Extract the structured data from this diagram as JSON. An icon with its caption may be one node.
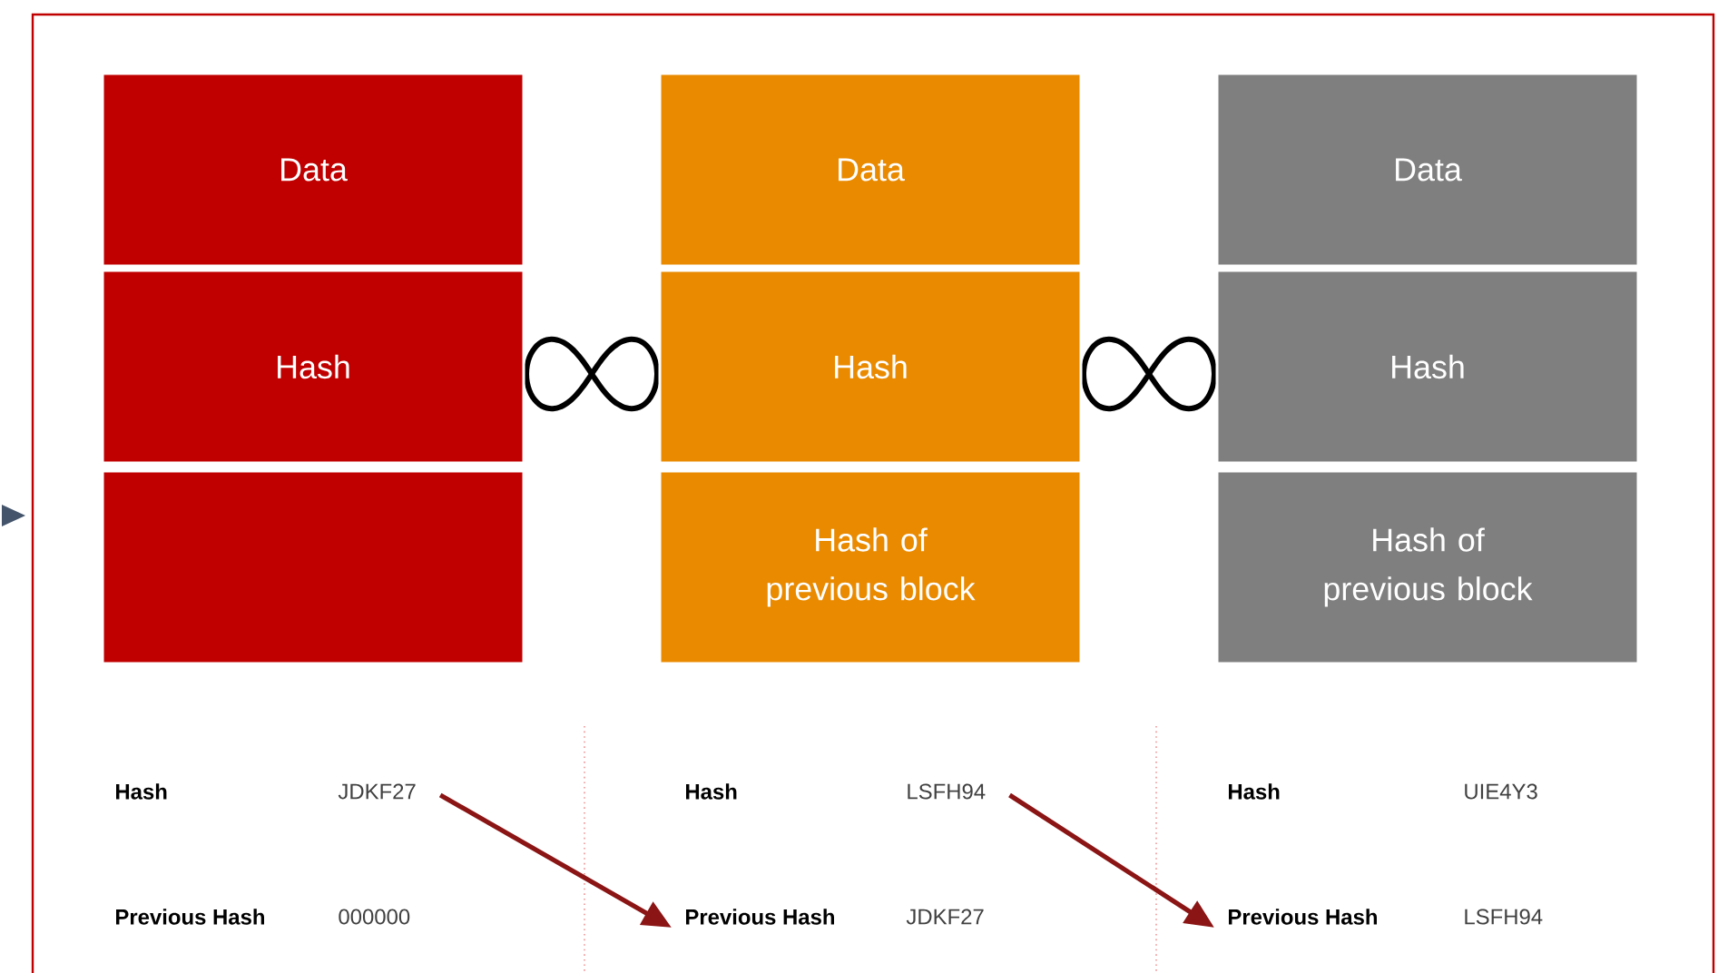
{
  "diagram": {
    "nodes": [
      {
        "text": [
          "Data"
        ]
      },
      {
        "text": [
          "Hash"
        ]
      },
      {
        "text": [],
        "shape": "box"
      },
      {
        "text": [
          "Data"
        ]
      },
      {
        "text": [
          "Hash"
        ]
      },
      {
        "text": [
          "Hash of previous block"
        ]
      },
      {
        "text": [
          "Data"
        ]
      },
      {
        "text": [
          "Hash"
        ]
      },
      {
        "text": [
          "Hash of previous block"
        ]
      },
      {
        "text": [
          "JDKF27"
        ]
      },
      {
        "text": [
          "LSFH94"
        ]
      },
      {
        "text": [
          "Previous Hash"
        ]
      },
      {
        "text": [
          "Previous Hash"
        ]
      }
    ],
    "edges": [
      {
        "from": 9,
        "to": 11,
        "arrow": "to"
      },
      {
        "from": 10,
        "to": 12,
        "arrow": "to"
      }
    ],
    "labels": [
      "Hash",
      "Hash",
      "Hash",
      "UIE4Y3",
      "Previous Hash",
      "000000",
      "JDKF27",
      "LSFH94"
    ]
  }
}
